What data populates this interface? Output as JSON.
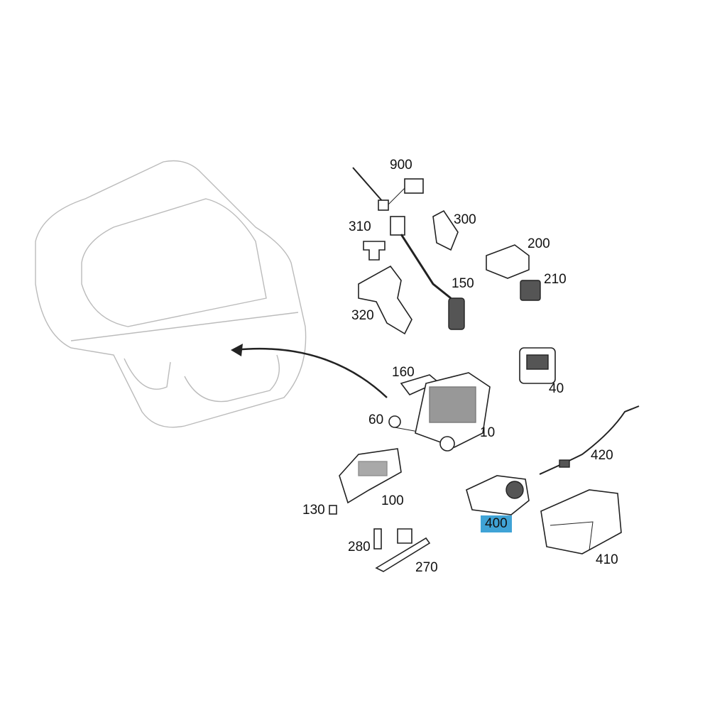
{
  "diagram": {
    "highlight_color": "#3fa3d6",
    "parts": [
      {
        "id": "900",
        "label": "900"
      },
      {
        "id": "310",
        "label": "310"
      },
      {
        "id": "300",
        "label": "300"
      },
      {
        "id": "200",
        "label": "200"
      },
      {
        "id": "150",
        "label": "150"
      },
      {
        "id": "210",
        "label": "210"
      },
      {
        "id": "320",
        "label": "320"
      },
      {
        "id": "160",
        "label": "160"
      },
      {
        "id": "40",
        "label": "40"
      },
      {
        "id": "60",
        "label": "60"
      },
      {
        "id": "10",
        "label": "10"
      },
      {
        "id": "420",
        "label": "420"
      },
      {
        "id": "130",
        "label": "130"
      },
      {
        "id": "100",
        "label": "100"
      },
      {
        "id": "400",
        "label": "400",
        "highlighted": true
      },
      {
        "id": "280",
        "label": "280"
      },
      {
        "id": "270",
        "label": "270"
      },
      {
        "id": "410",
        "label": "410"
      }
    ]
  }
}
